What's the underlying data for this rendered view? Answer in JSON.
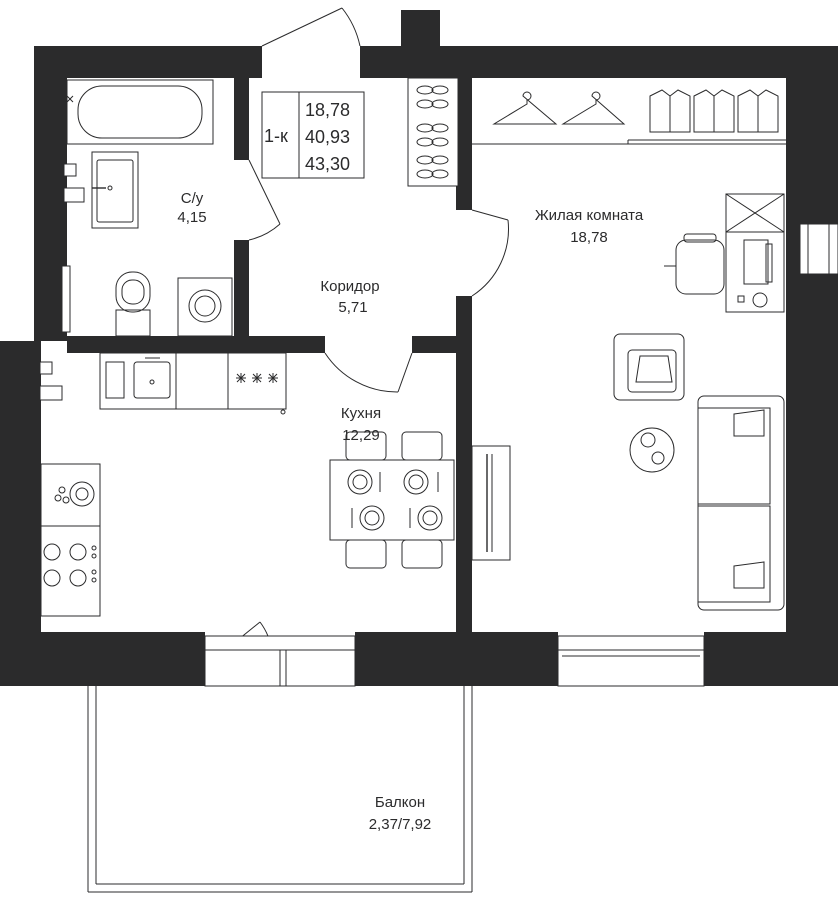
{
  "summary": {
    "rooms_label": "1-к",
    "living_area": "18,78",
    "total_area": "40,93",
    "total_with_balcony": "43,30"
  },
  "rooms": [
    {
      "id": "bathroom",
      "name": "С/у",
      "area": "4,15"
    },
    {
      "id": "corridor",
      "name": "Коридор",
      "area": "5,71"
    },
    {
      "id": "living",
      "name": "Жилая комната",
      "area": "18,78"
    },
    {
      "id": "kitchen",
      "name": "Кухня",
      "area": "12,29"
    },
    {
      "id": "balcony",
      "name": "Балкон",
      "area": "2,37/7,92"
    }
  ],
  "colors": {
    "wall": "#2b2b2c",
    "background": "#ffffff"
  }
}
